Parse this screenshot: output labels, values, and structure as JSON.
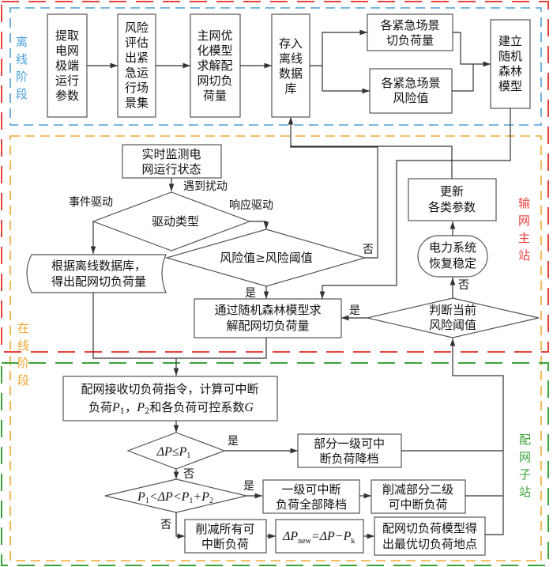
{
  "zones": {
    "offline": "离线阶段",
    "online": "在线阶段",
    "transmission_master": "输网主站",
    "distribution_substation": "配网子站"
  },
  "colors": {
    "offline_zone": "#4a9fd8",
    "online_zone": "#f0a830",
    "transmission_zone": "#e8413c",
    "distribution_zone": "#3aa43a",
    "node_stroke": "#555555",
    "arrow": "#333333"
  },
  "offline": {
    "n1": [
      "提取",
      "电网",
      "极端",
      "运行",
      "参数"
    ],
    "n2": [
      "风险",
      "评估",
      "出紧",
      "急运",
      "行场",
      "景集"
    ],
    "n3": [
      "主网优",
      "化模型",
      "求解配",
      "网切负",
      "荷量"
    ],
    "n4": [
      "存入",
      "离线",
      "数据",
      "库"
    ],
    "n5": [
      "各紧急场景",
      "切负荷量"
    ],
    "n6": [
      "各紧急场景",
      "风险值"
    ],
    "n7": [
      "建立",
      "随机",
      "森林",
      "模型"
    ]
  },
  "online": {
    "monitor": [
      "实时监测电",
      "网运行状态"
    ],
    "disturbance_label": "遇到扰动",
    "drive_type": "驱动类型",
    "event_driven": "事件驱动",
    "response_driven": "响应驱动",
    "risk_compare": "风险值≥风险阈值",
    "yes": "是",
    "no": "否",
    "from_db": [
      "根据离线数据库，",
      "得出配网切负荷量"
    ],
    "rf_solve": [
      "通过随机森林模型求",
      "解配网切负荷量"
    ],
    "update_params": [
      "更新",
      "各类参数"
    ],
    "recover": [
      "电力系统",
      "恢复稳定"
    ],
    "judge_threshold": [
      "判断当前",
      "风险阈值"
    ]
  },
  "distribution": {
    "receive": [
      "配网接收切负荷指令，计算可中断",
      "负荷"
    ],
    "receive_tail": "和各负荷可控系数",
    "p1": "P",
    "p2": "P",
    "g": "G",
    "sub1": "1",
    "sub2": "2",
    "sep": "，",
    "cond1": "ΔP≤P",
    "cond2_parts": [
      "P",
      "<ΔP<P",
      "+P"
    ],
    "partial_level1": [
      "部分一级可中",
      "断负荷降档"
    ],
    "all_level1": [
      "一级可中断",
      "负荷全部降档"
    ],
    "partial_level2": [
      "削减部分二级",
      "可中断负荷"
    ],
    "cut_all": [
      "削减所有可",
      "中断负荷"
    ],
    "dp_new": [
      "ΔP",
      "new",
      "=ΔP−P",
      "k"
    ],
    "optimal": [
      "配网切负荷模型得",
      "出最优切负荷地点"
    ]
  }
}
